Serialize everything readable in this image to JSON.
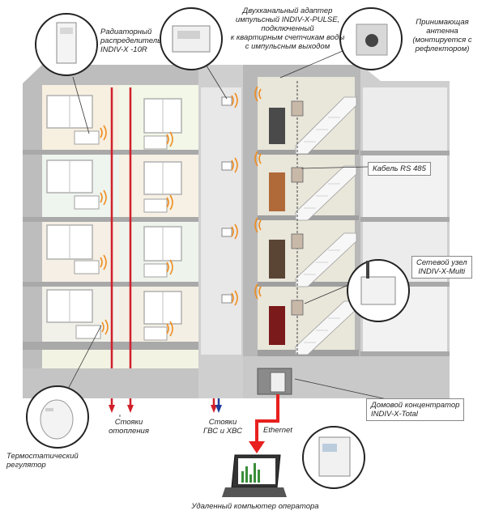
{
  "labels": {
    "radiator_distributor": "Радиаторный\nраспределитель\nINDIV-X -10R",
    "pulse_adapter": "Двухканальный адаптер\nимпульсный INDIV-X-PULSE, подключенный\nк квартирным счетчикам воды\nс импульсным выходом",
    "antenna": "Принимающая\nантенна\n(монтируется с\nрефлектором)",
    "rs485_cable": "Кабель RS 485",
    "network_node": "Сетевой узел\nINDIV-X-Multi",
    "home_concentrator": "Домовой концентратор\nINDIV-X-Total",
    "thermostatic_regulator": "Термостатический\nрегулятор",
    "heating_risers": "Стояки\nотопления",
    "water_risers": "Стояки\nГВС и ХВС",
    "ethernet": "Ethernet",
    "remote_computer": "Удаленный компьютер оператора"
  },
  "colors": {
    "hot_pipe": "#d0202a",
    "cold_pipe": "#1e3c9c",
    "signal": "#f08c1e",
    "arrow": "#e8201e"
  },
  "icons": [
    "radiator-distributor-icon",
    "pulse-adapter-icon",
    "antenna-icon",
    "network-node-icon",
    "concentrator-icon",
    "thermostat-icon",
    "laptop-icon",
    "wifi-signal-icon"
  ]
}
